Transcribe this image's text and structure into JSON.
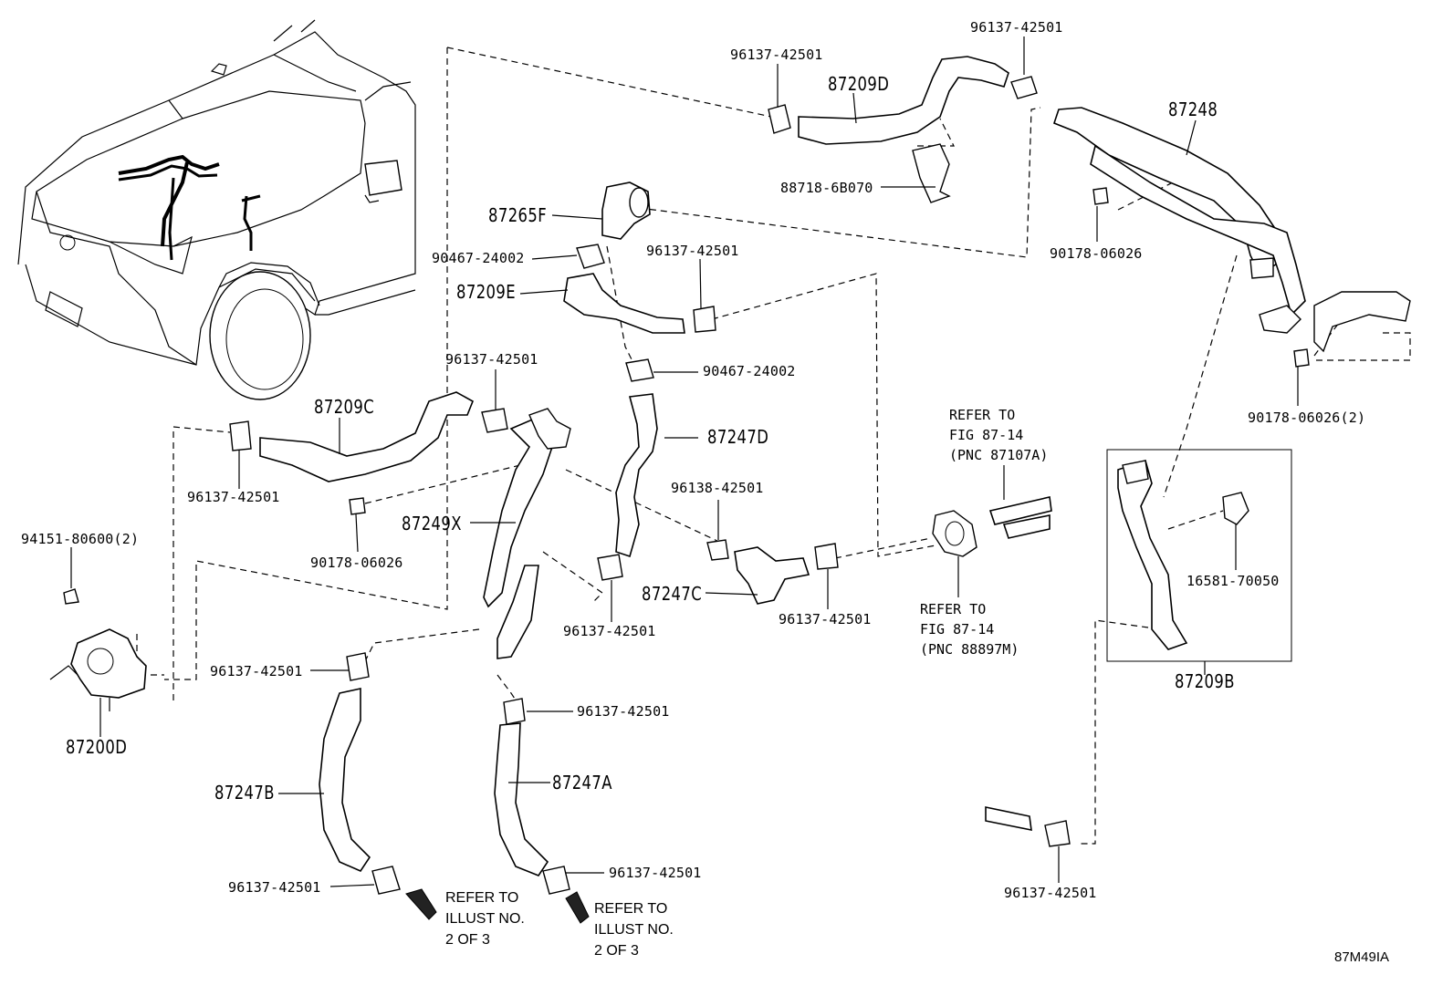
{
  "labels": {
    "p96137_top_left": "96137-42501",
    "p96137_top_right": "96137-42501",
    "p87209D": "87209D",
    "p87248": "87248",
    "p88718": "88718-6B070",
    "p87265F": "87265F",
    "p90467_a": "90467-24002",
    "p96137_mid": "96137-42501",
    "p87209E": "87209E",
    "p90178_a": "90178-06026",
    "p90467_b": "90467-24002",
    "p96137_c_left": "96137-42501",
    "p87209C": "87209C",
    "p87247D": "87247D",
    "p96137_87209C": "96137-42501",
    "p96138": "96138-42501",
    "p90178_c": "90178-06026",
    "p87249X": "87249X",
    "p94151": "94151-80600(2)",
    "p87247C": "87247C",
    "p96137_under_87249": "96137-42501",
    "p96137_right_87247C": "96137-42501",
    "p90178_2": "90178-06026(2)",
    "p16581": "16581-70050",
    "p87209B": "87209B",
    "p96137_87247B_top": "96137-42501",
    "p87200D": "87200D",
    "p96137_87247A_top": "96137-42501",
    "p87247B": "87247B",
    "p87247A": "87247A",
    "p96137_87247B_bot": "96137-42501",
    "p96137_87247A_bot": "96137-42501",
    "p96137_bottom_right": "96137-42501"
  },
  "refers": {
    "fig_87107A": "REFER TO\nFIG 87-14\n(PNC 87107A)",
    "fig_88897M": "REFER TO\nFIG 87-14\n(PNC 88897M)",
    "illust_1": "REFER TO\nILLUST NO.\n2 OF 3",
    "illust_2": "REFER TO\nILLUST NO.\n2 OF 3"
  },
  "diagram_code": "87M49IA"
}
